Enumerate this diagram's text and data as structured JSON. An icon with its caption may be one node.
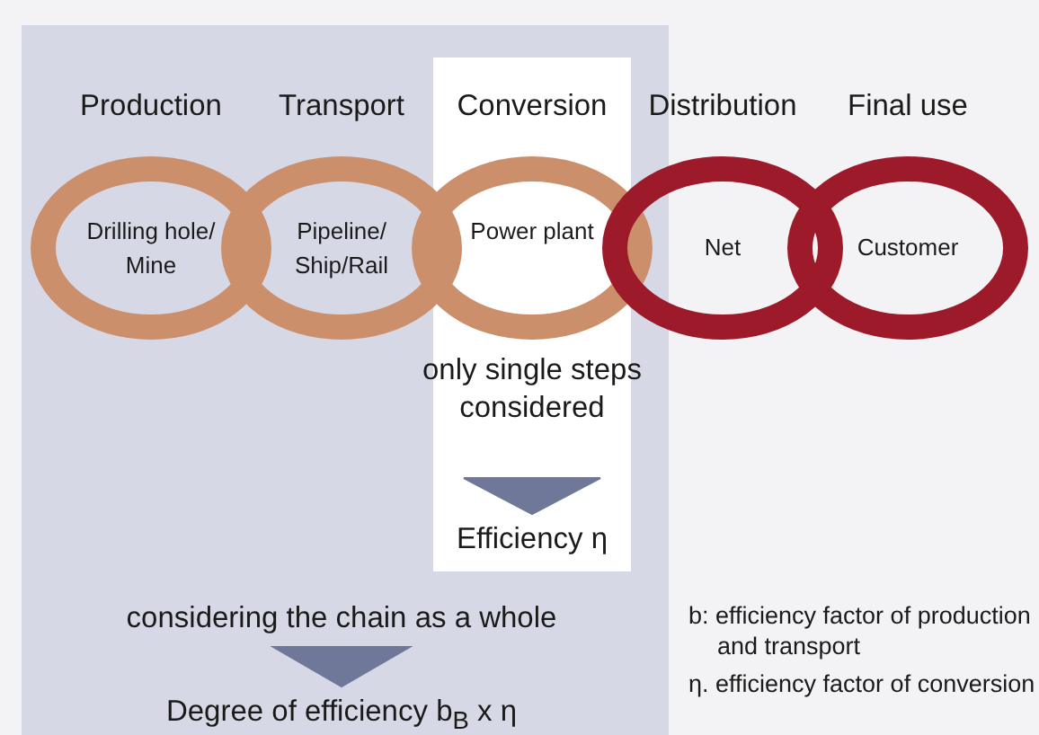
{
  "diagram": {
    "nodes": [
      {
        "text": [
          "Production",
          "Drilling hole/ Mine"
        ]
      },
      {
        "text": [
          "Transport",
          "Pipeline/ Ship/Rail"
        ]
      },
      {
        "text": [
          "Conversion",
          "Power plant"
        ]
      },
      {
        "text": [
          "Distribution",
          "Net"
        ]
      },
      {
        "text": [
          "Final use",
          "Customer"
        ]
      },
      {
        "text": [
          "only single steps considered"
        ]
      },
      {
        "text": [
          "Efficiency η"
        ]
      },
      {
        "text": [
          "considering the chain as a whole"
        ]
      },
      {
        "text": [
          "Degree of efficiency b$_{B}$ x η"
        ]
      }
    ],
    "edges": [
      {
        "from": 5,
        "to": 6,
        "arrow": "to"
      },
      {
        "from": 7,
        "to": 8,
        "arrow": "to"
      }
    ],
    "labels": [
      "b: efficiency factor of production and transport",
      "η. efficiency factor of conversion"
    ]
  }
}
